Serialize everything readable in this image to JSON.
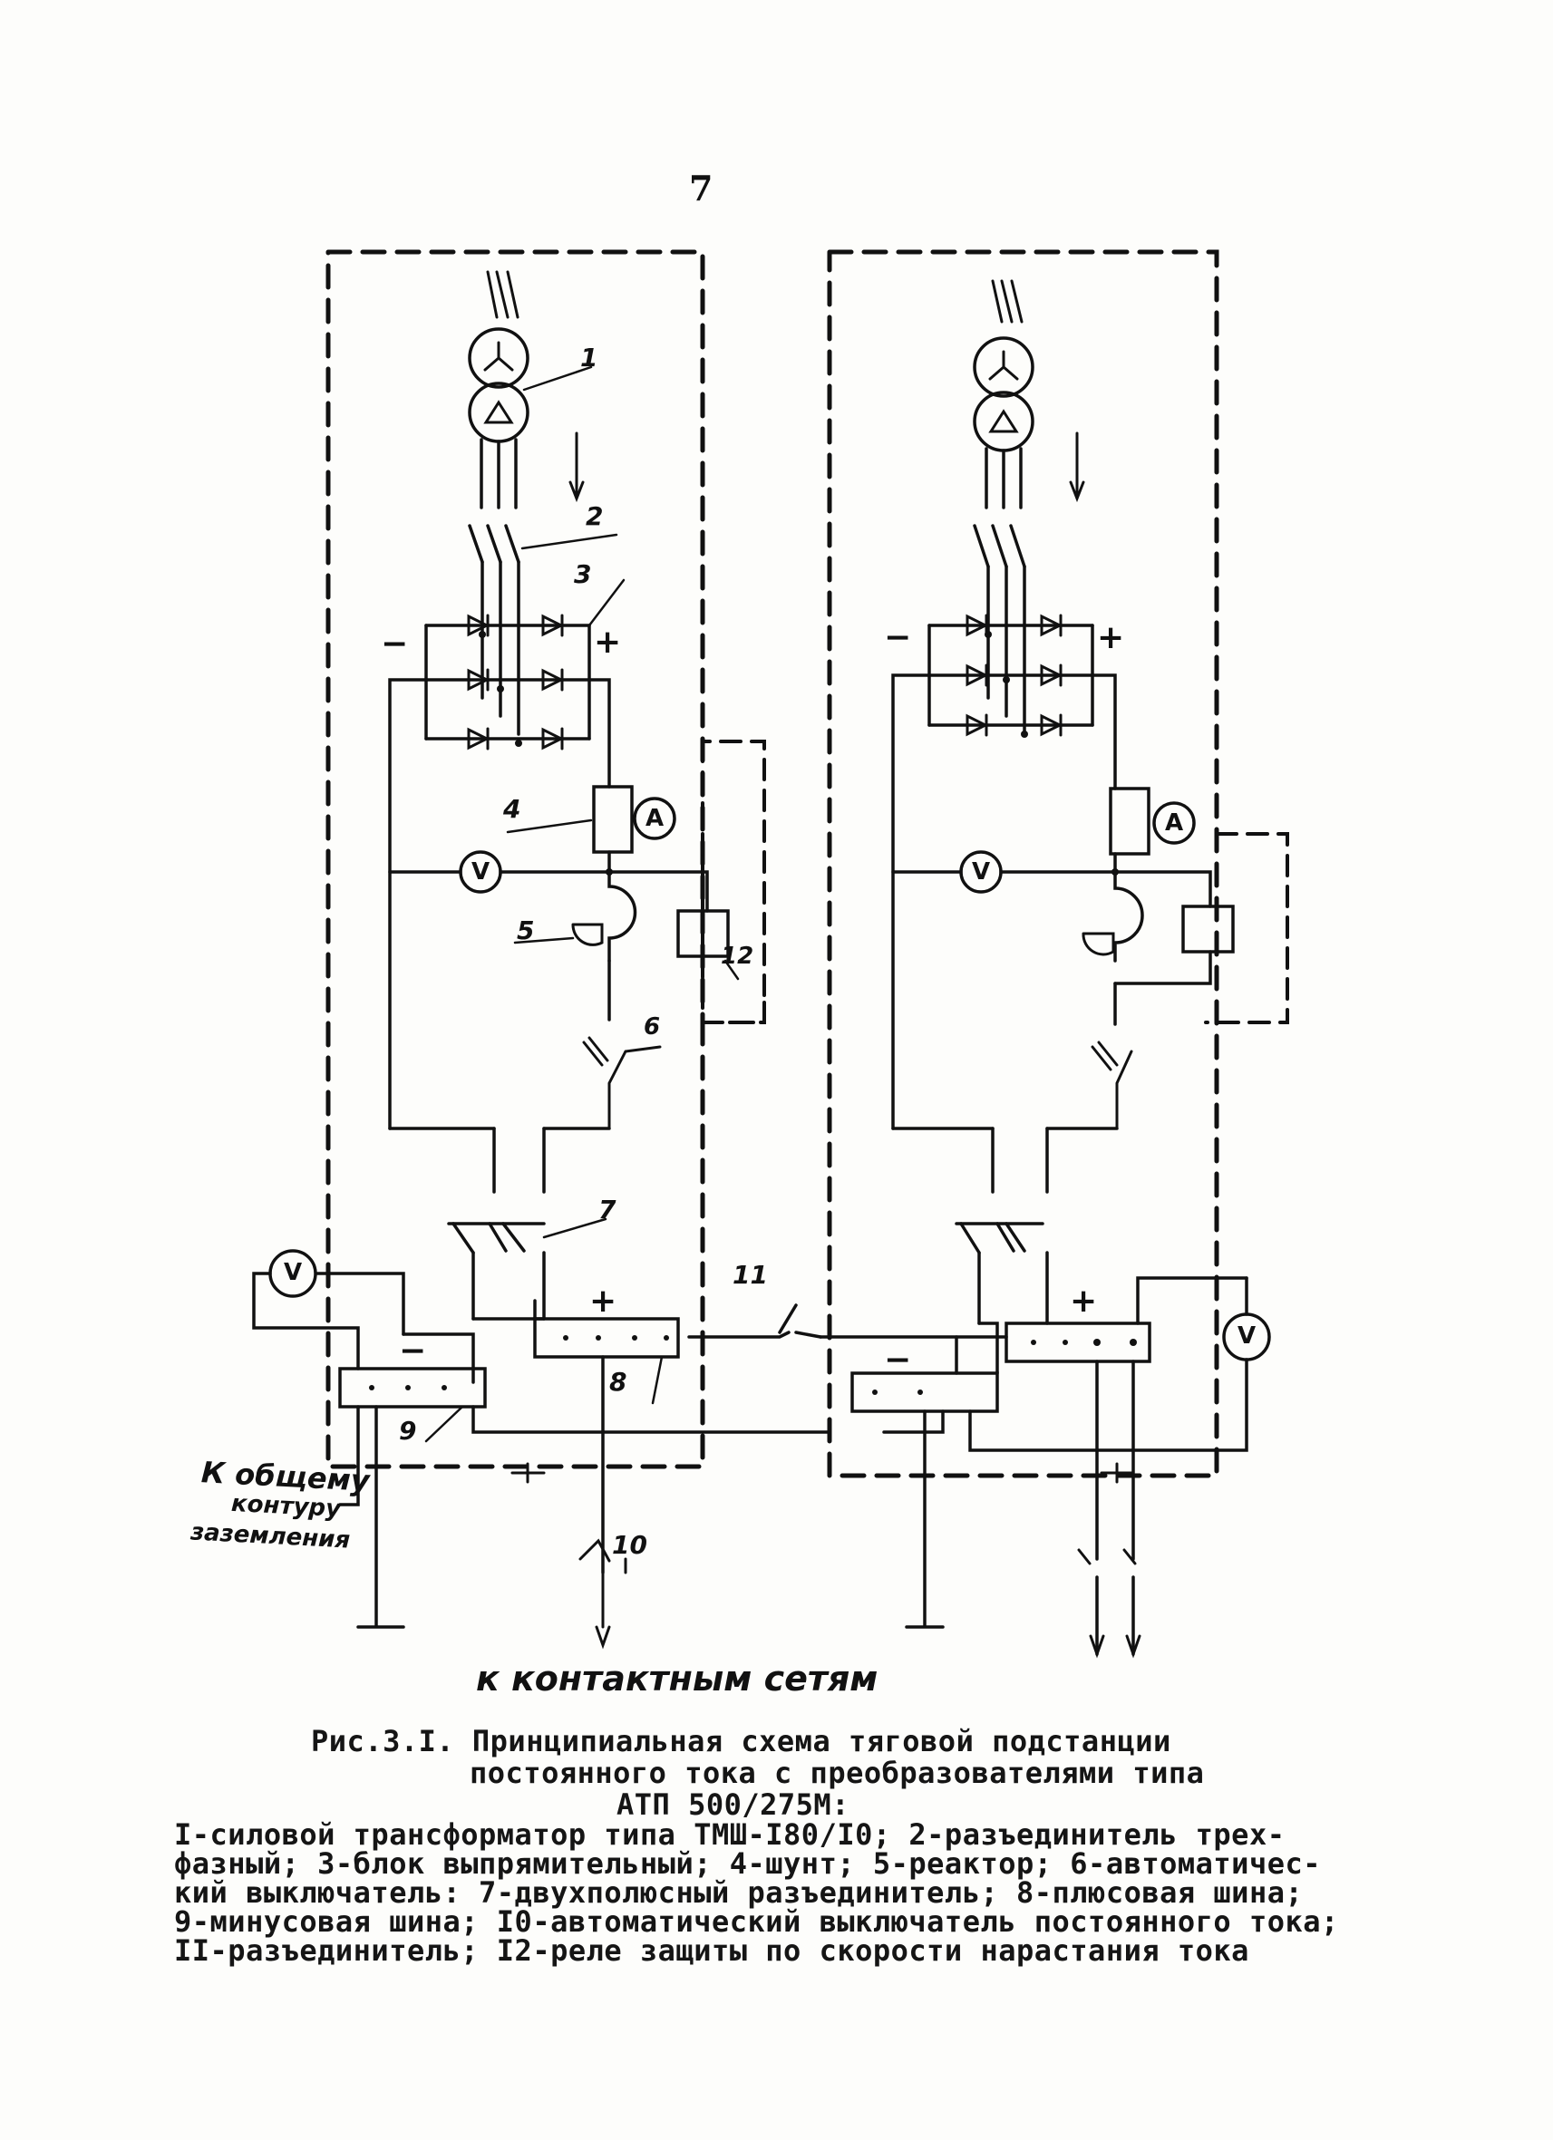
{
  "page_number": "7",
  "labels": {
    "l1": "1",
    "l2": "2",
    "l3": "3",
    "l4": "4",
    "l5": "5",
    "l6": "6",
    "l7": "7",
    "l8": "8",
    "l9": "9",
    "l10": "10",
    "l11": "11",
    "l12": "12",
    "plus": "+",
    "minus": "−",
    "ammeter": "A",
    "voltmeter": "V"
  },
  "ground_note": [
    "К общему",
    "контуру",
    "заземления"
  ],
  "output_note": "к контактным сетям",
  "caption": {
    "line1": "Рис.3.I. Принципиальная схема тяговой подстанции",
    "line2": "постоянного тока с преобразователями типа",
    "line3": "АТП 500/275М:",
    "legend": [
      "I-силовой трансформатор типа ТМШ-I80/I0; 2-разъединитель трех-",
      "фазный; 3-блок выпрямительный; 4-шунт; 5-реактор; 6-автоматичес-",
      "кий выключатель: 7-двухполюсный разъединитель; 8-плюсовая шина;",
      "9-минусовая шина; I0-автоматический выключатель постоянного тока;",
      "II-разъединитель; I2-реле защиты по скорости нарастания тока"
    ]
  }
}
